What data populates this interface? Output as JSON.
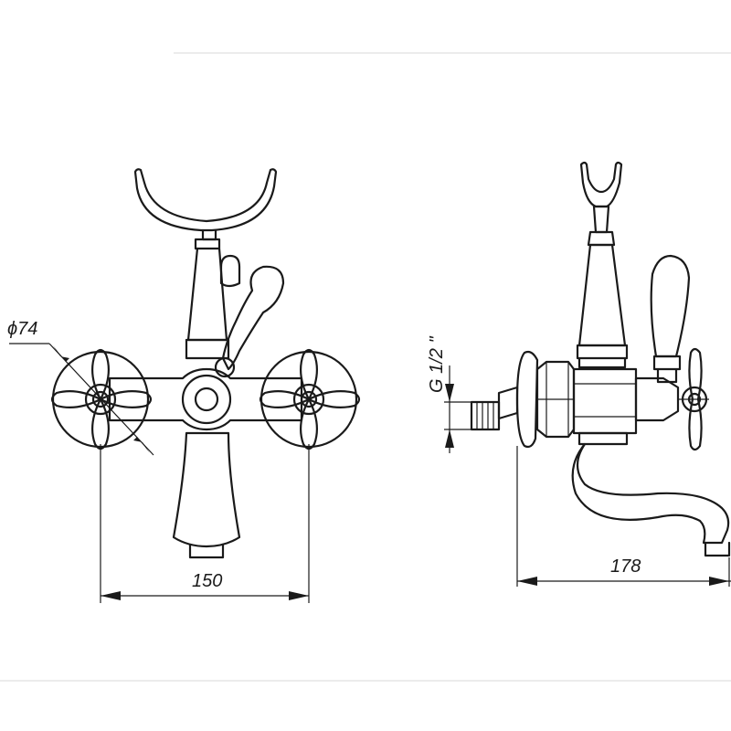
{
  "dimensions": {
    "diameter": "ϕ74",
    "width_front": "150",
    "thread": "G 1/2 \"",
    "depth_side": "178"
  }
}
